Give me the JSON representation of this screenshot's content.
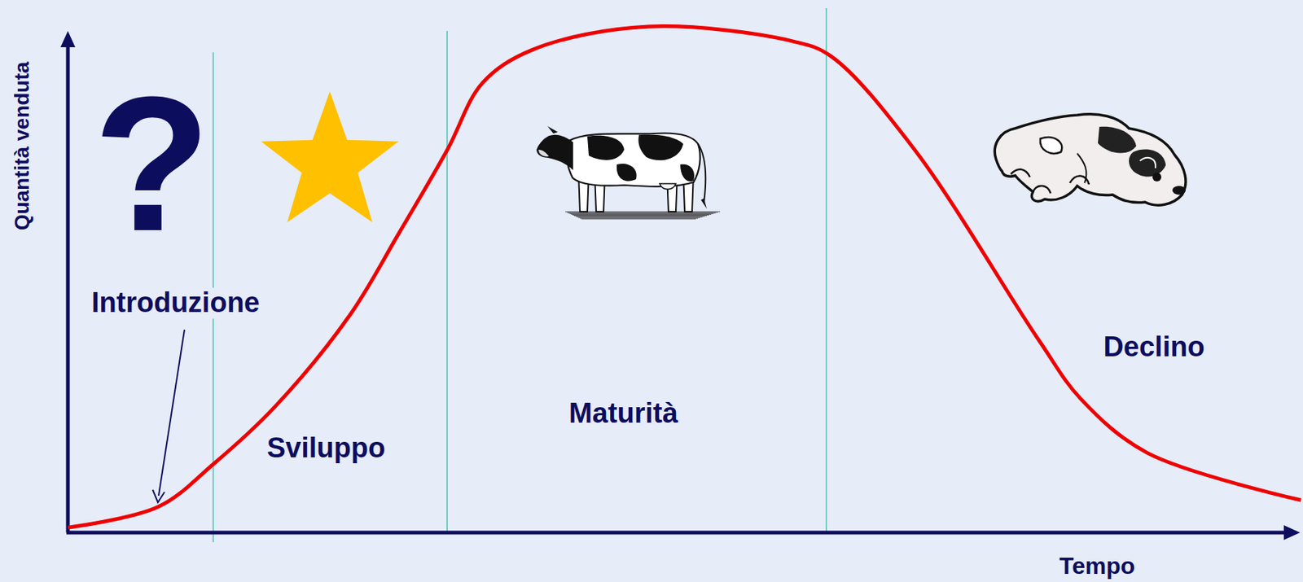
{
  "diagram": {
    "labels": [
      "Quantità venduta",
      "?",
      "Introduzione",
      "Sviluppo",
      "Maturità",
      "Declino",
      "Tempo"
    ]
  }
}
